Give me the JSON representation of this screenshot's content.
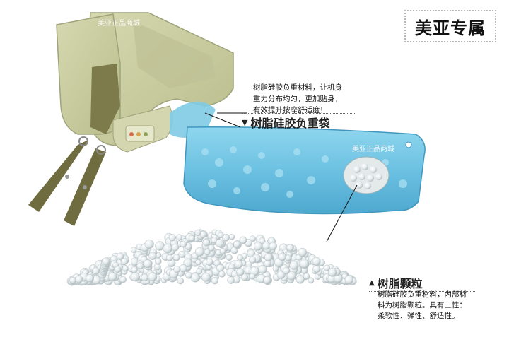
{
  "badge": {
    "label": "美亚专属"
  },
  "watermark": {
    "text": "美亚正品商城"
  },
  "bag_callout": {
    "description_lines": [
      "树脂硅胶负重材料，让机身",
      "重力分布均匀，更加贴身，",
      "有效提升按摩舒适度！"
    ],
    "heading": "树脂硅胶负重袋",
    "marker": "▼"
  },
  "granule_callout": {
    "heading": "树脂颗粒",
    "marker": "▲",
    "description_lines": [
      "树脂硅胶负重材料，内部材",
      "料为树脂颗粒。具有三性：",
      "柔软性、弹性、舒适性。"
    ]
  },
  "colors": {
    "belt": "#c8cc9e",
    "strap": "#6f6d3f",
    "bag": "#74c7e6",
    "granule": "#dfe6e8",
    "accent_text": "#111111"
  }
}
